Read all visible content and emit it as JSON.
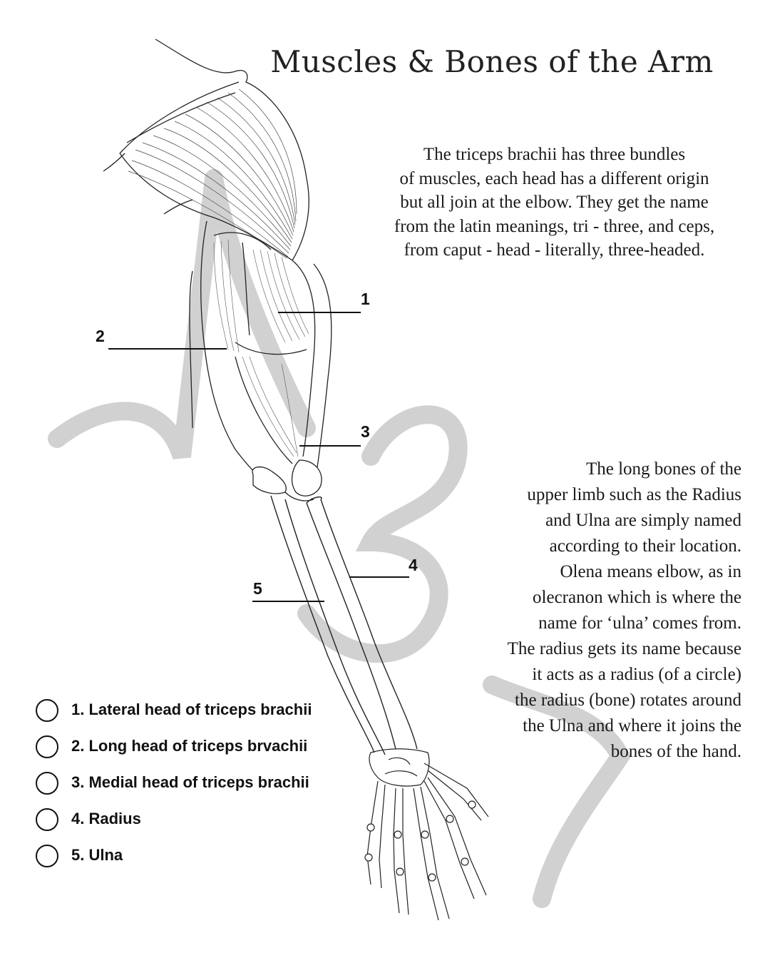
{
  "title": "Muscles & Bones of the Arm",
  "paragraph_triceps": [
    "The triceps brachii has three bundles",
    "of muscles, each head has a different origin",
    "but all join at the elbow. They get the name",
    "from the latin meanings, tri - three, and ceps,",
    "from caput - head - literally, three-headed."
  ],
  "paragraph_bones": [
    "The long bones of the",
    "upper limb such as the Radius",
    "and Ulna are simply named",
    "according to their location.",
    "Olena means elbow, as in",
    "olecranon which is where the",
    "name for ‘ulna’ comes from.",
    "The radius gets its name because",
    "it acts as a radius (of a circle)",
    "the radius (bone) rotates around",
    "the Ulna and where it joins the",
    "bones of the hand."
  ],
  "labels": [
    "1",
    "2",
    "3",
    "4",
    "5"
  ],
  "legend": [
    "1. Lateral  head of triceps brachii",
    "2. Long head of triceps brvachii",
    "3. Medial head of triceps brachii",
    "4. Radius",
    "5. Ulna"
  ],
  "watermark_text": "N37",
  "colors": {
    "ink": "#111111",
    "watermark": "#c8c8c8",
    "background": "#ffffff"
  }
}
